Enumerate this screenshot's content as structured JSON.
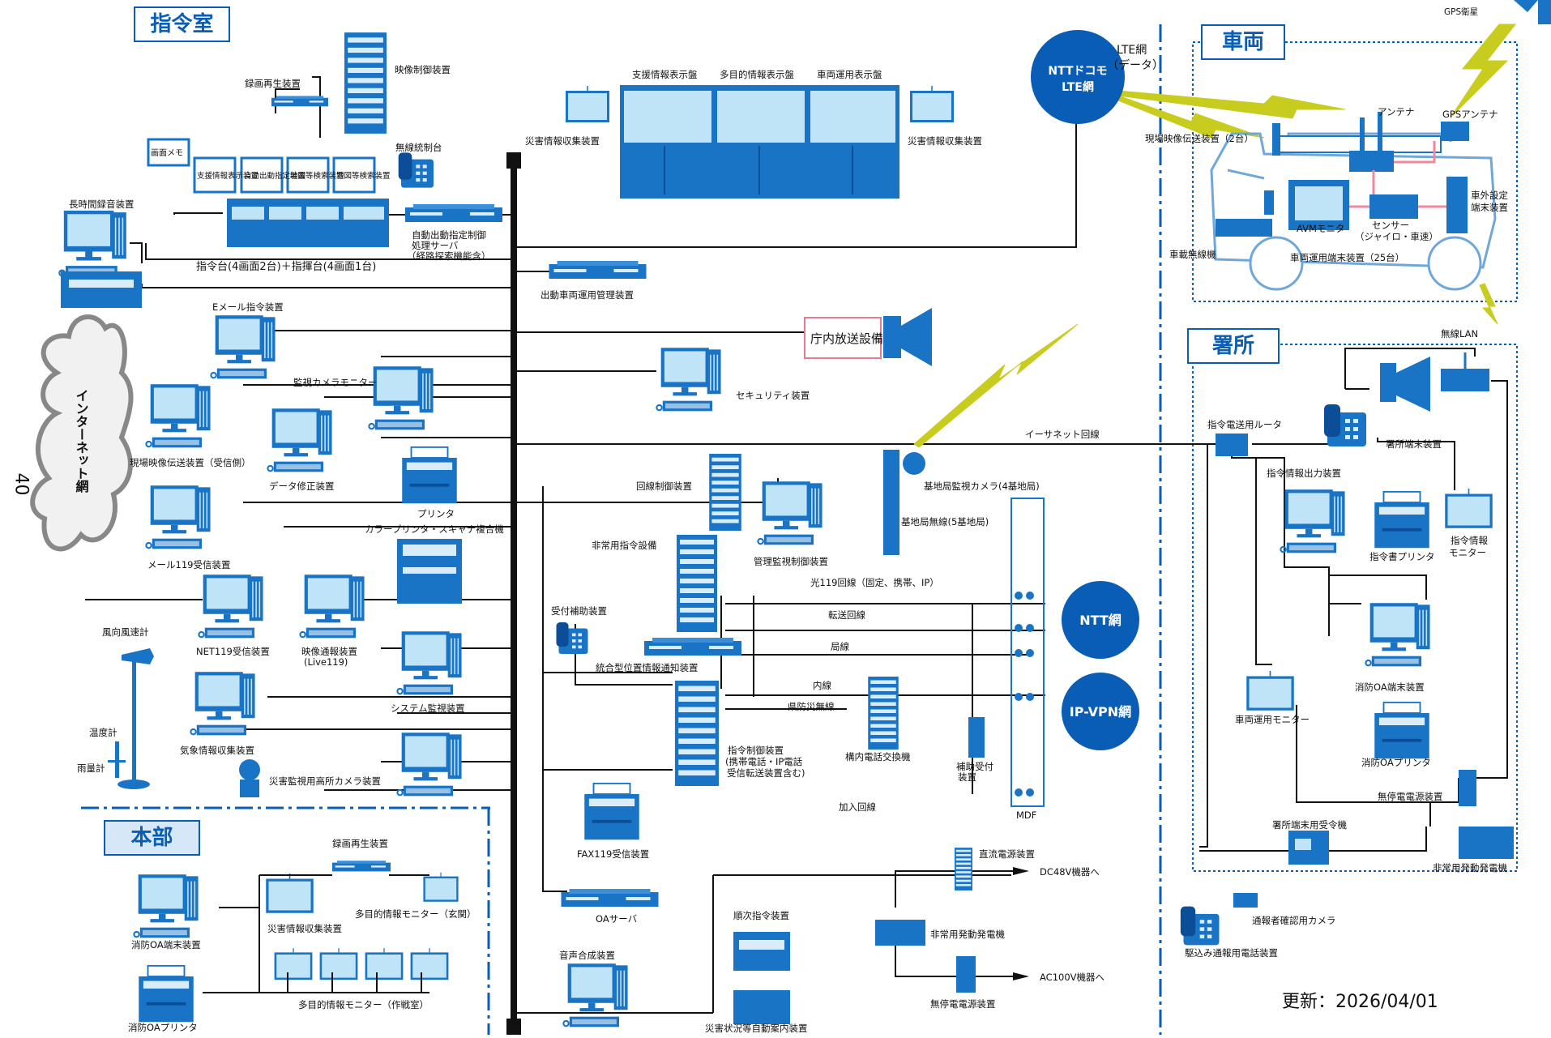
{
  "sections": {
    "command_room": "指令室",
    "vehicle": "車両",
    "station": "署所",
    "headquarters": "本部"
  },
  "clouds": {
    "internet": "インターネット網",
    "ntt_docomo": "NTTドコモ",
    "lte": "LTE網",
    "ntt": "NTT網",
    "ipvpn": "IP-VPN網"
  },
  "labels": {
    "video_control": "映像制御装置",
    "rec_play": "録画再生装置",
    "support_display": "支援情報表示盤",
    "multi_display": "多目的情報表示盤",
    "vehicle_display": "車両運用表示盤",
    "disaster_collect_l": "災害情報収集装置",
    "disaster_collect_r": "災害情報収集装置",
    "memo": "画面メモ",
    "term1": "支援情報表示装置",
    "term2": "自動出動指定装置",
    "term3": "地図等検索装置",
    "term4": "地図等検索装置",
    "radio_console": "無線統制台",
    "long_rec": "長時間録音装置",
    "command_desk": "指令台(4画面2台)＋指揮台(4画面1台)",
    "auto_server1": "自動出動指定制御",
    "auto_server2": "処理サーバ",
    "auto_server3": "（経路探索機能含）",
    "dispatch_mgmt": "出動車両運用管理装置",
    "broadcast": "庁内放送設備",
    "email_cmd": "Eメール指令装置",
    "camera_monitor": "監視カメラモニター",
    "security": "セキュリティ装置",
    "field_video_rx": "現場映像伝送装置（受信側）",
    "data_fix": "データ修正装置",
    "printer": "プリンタ",
    "mfp": "カラープリンタ・スキャナ複合機",
    "mail119": "メール119受信装置",
    "net119": "NET119受信装置",
    "video_report1": "映像通報装置",
    "video_report2": "(Live119)",
    "system_monitor": "システム監視装置",
    "wind": "風向風速計",
    "temp": "温度計",
    "rain": "雨量計",
    "weather_collect": "気象情報収集装置",
    "high_camera": "災害監視用高所カメラ装置",
    "line_control": "回線制御装置",
    "emergency_cmd": "非常用指令設備",
    "mgmt_monitor": "管理監視制御装置",
    "reception_aid": "受付補助装置",
    "location_notify": "統合型位置情報通知装置",
    "cmd_control1": "指令制御装置",
    "cmd_control2": "(携帯電話・IP電話",
    "cmd_control3": "受信転送装置含む)",
    "fax119": "FAX119受信装置",
    "oa_server": "OAサーバ",
    "voice_synth": "音声合成装置",
    "seq_cmd": "順次指令装置",
    "auto_guide": "災害状況等自動案内装置",
    "base_camera": "基地局監視カメラ(4基地局)",
    "base_radio": "基地局無線(5基地局)",
    "line_119": "光119回線（固定、携帯、IP）",
    "line_transfer": "転送回線",
    "line_local": "局線",
    "line_internal": "内線",
    "line_pref": "県防災無線",
    "pbx": "構内電話交換機",
    "aux_reception1": "補助受付",
    "aux_reception2": "装置",
    "mdf": "MDF",
    "subscriber": "加入回線",
    "dc_power": "直流電源装置",
    "dc48": "DC48V機器へ",
    "emergency_gen_c": "非常用発動発電機",
    "ups_c": "無停電電源装置",
    "ac100": "AC100V機器へ",
    "ethernet": "イーサネット回線",
    "hq_rec_play": "録画再生装置",
    "hq_oa_term": "消防OA端末装置",
    "hq_disaster_collect": "災害情報収集装置",
    "hq_multi_entrance": "多目的情報モニター（玄関）",
    "hq_multi_ops": "多目的情報モニター（作戦室）",
    "hq_oa_printer": "消防OAプリンタ",
    "gps_sat": "GPS衛星",
    "lte_data1": "LTE網",
    "lte_data2": "（データ）",
    "antenna": "アンテナ",
    "gps_antenna": "GPSアンテナ",
    "field_video_tx": "現場映像伝送装置（2台）",
    "ext_setting1": "車外設定",
    "ext_setting2": "端末装置",
    "avm": "AVMモニタ",
    "sensor1": "センサー",
    "sensor2": "（ジャイロ・車速）",
    "car_radio": "車載無線機",
    "vehicle_term": "車両運用端末装置（25台）",
    "wireless_lan": "無線LAN",
    "cmd_router": "指令電送用ルータ",
    "station_term": "署所端末装置",
    "cmd_output": "指令情報出力装置",
    "cmd_printer": "指令書プリンタ",
    "cmd_info_monitor1": "指令情報",
    "cmd_info_monitor2": "モニター",
    "st_oa_term": "消防OA端末装置",
    "vehicle_monitor": "車両運用モニター",
    "st_oa_printer": "消防OAプリンタ",
    "st_ups": "無停電電源装置",
    "st_receiver": "署所端末用受令機",
    "st_gen": "非常用発動発電機",
    "caller_camera": "通報者確認用カメラ",
    "rush_phone": "駆込み通報用電話装置"
  },
  "footer": {
    "updated": "更新：2026/04/01",
    "page": "40"
  },
  "colors": {
    "blue": "#0a5db5",
    "device": "#1a74c6",
    "screen": "#bfe3f7",
    "line": "#111111",
    "lightning": "#c8cc1e",
    "vehicle_outline": "#6fa7d8",
    "pink": "#f08a9a"
  }
}
